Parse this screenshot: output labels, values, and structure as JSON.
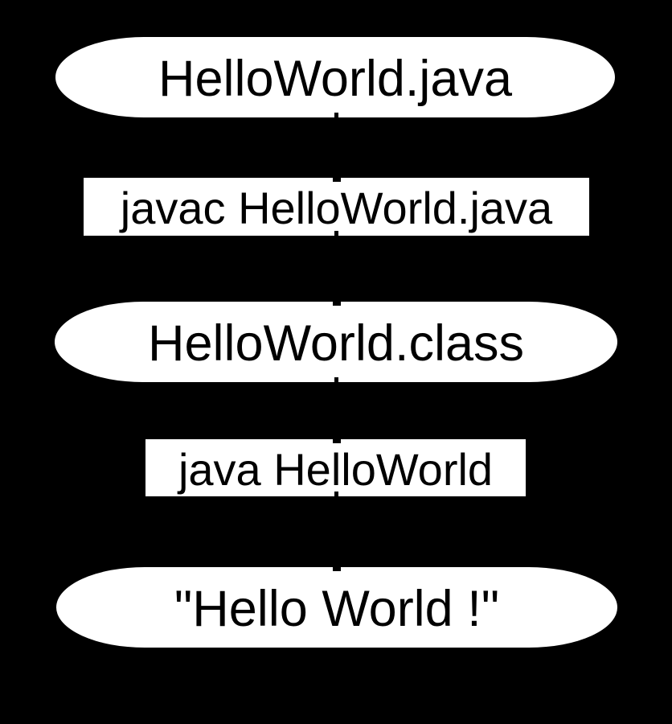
{
  "canvas": {
    "background_color": "#000000",
    "node_fill_color": "#ffffff",
    "node_text_color": "#000000",
    "edge_color": "#000000"
  },
  "diagram": {
    "description": "Java compile-and-run flow",
    "nodes": [
      {
        "id": "source",
        "shape": "pill",
        "label": "HelloWorld.java"
      },
      {
        "id": "compile",
        "shape": "box",
        "label": "javac HelloWorld.java"
      },
      {
        "id": "bytecode",
        "shape": "pill",
        "label": "HelloWorld.class"
      },
      {
        "id": "run",
        "shape": "box",
        "label": "java HelloWorld"
      },
      {
        "id": "output",
        "shape": "pill",
        "label": "\"Hello World !\""
      }
    ]
  }
}
